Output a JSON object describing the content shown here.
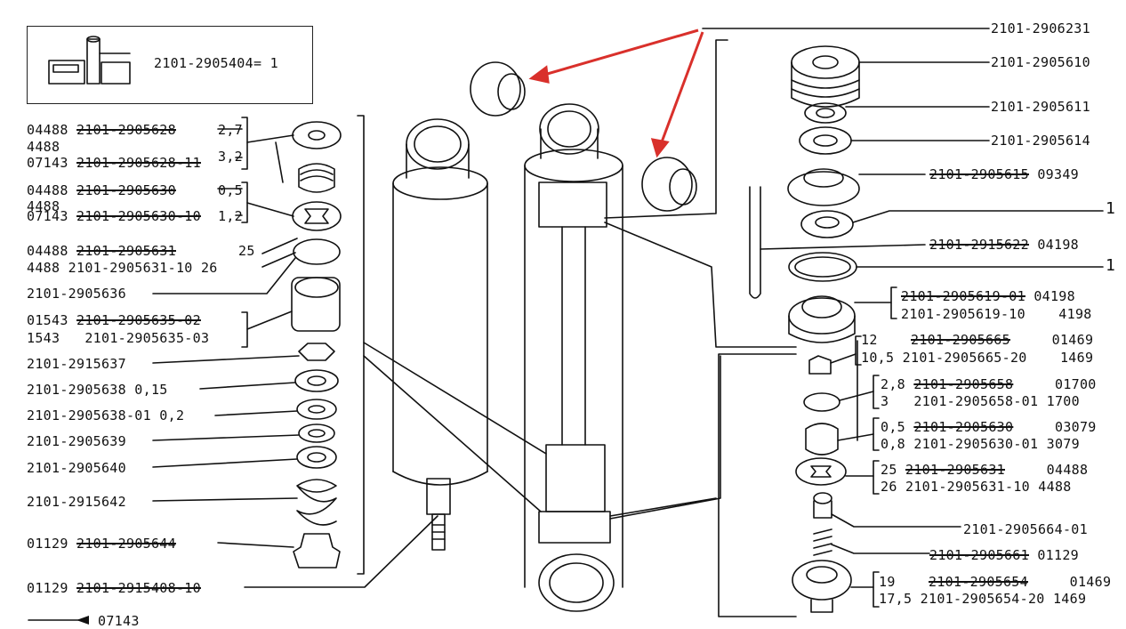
{
  "kit": {
    "part": "2101-2905404",
    "sep": "=",
    "qty": "1"
  },
  "left": {
    "r1a": "04488",
    "r1b": "2101-2905628",
    "r1c": "2,7",
    "r2a": "4488",
    "r3a": "07143",
    "r3b": "2101-2905628-11",
    "r3c": "3,2",
    "r4a": "04488",
    "r4b": "2101-2905630",
    "r4c": "0,5",
    "r5a": "4488",
    "r6a": "07143",
    "r6b": "2101-2905630-10",
    "r6c": "1,2",
    "r7a": "04488",
    "r7b": "2101-2905631",
    "r7c": "25",
    "r8": "4488 2101-2905631-10 26",
    "r9": "2101-2905636",
    "r10a": "01543",
    "r10b": "2101-2905635-02",
    "r11a": "1543",
    "r11b": "2101-2905635-03",
    "r12": "2101-2915637",
    "r13": "2101-2905638 0,15",
    "r14": "2101-2905638-01 0,2",
    "r15": "2101-2905639",
    "r16": "2101-2905640",
    "r17": "2101-2915642",
    "r18a": "01129",
    "r18b": "2101-2905644",
    "r19a": "01129",
    "r19b": "2101-2915408-10",
    "r20": "07143"
  },
  "right": {
    "t1": "2101-2906231",
    "t2": "2101-2905610",
    "t3": "2101-2905611",
    "t4": "2101-2905614",
    "t5a": "2101-2905615",
    "t5b": "09349",
    "t6": "1",
    "t7a": "2101-2915622",
    "t7b": "04198",
    "t8": "1",
    "t9a": "2101-2905619-01",
    "t9b": "04198",
    "t10a": "2101-2905619-10",
    "t10b": "4198",
    "t11a": "12",
    "t11b": "2101-2905665",
    "t11c": "01469",
    "t12a": "10,5",
    "t12b": "2101-2905665-20",
    "t12c": "1469",
    "t13a": "2,8",
    "t13b": "2101-2905658",
    "t13c": "01700",
    "t14a": "3",
    "t14b": "2101-2905658-01 1700",
    "t15a": "0,5",
    "t15b": "2101-2905630",
    "t15c": "03079",
    "t16a": "0,8",
    "t16b": "2101-2905630-01 3079",
    "t17a": "25",
    "t17b": "2101-2905631",
    "t17c": "04488",
    "t18a": "26",
    "t18b": "2101-2905631-10 4488",
    "t19": "2101-2905664-01",
    "t20a": "2101-2905661",
    "t20b": "01129",
    "t21a": "19",
    "t21b": "2101-2905654",
    "t21c": "01469",
    "t22a": "17,5",
    "t22b": "2101-2905654-20 1469"
  },
  "colors": {
    "ink": "#111111",
    "arrow": "#d9302b",
    "paper": "#ffffff"
  }
}
